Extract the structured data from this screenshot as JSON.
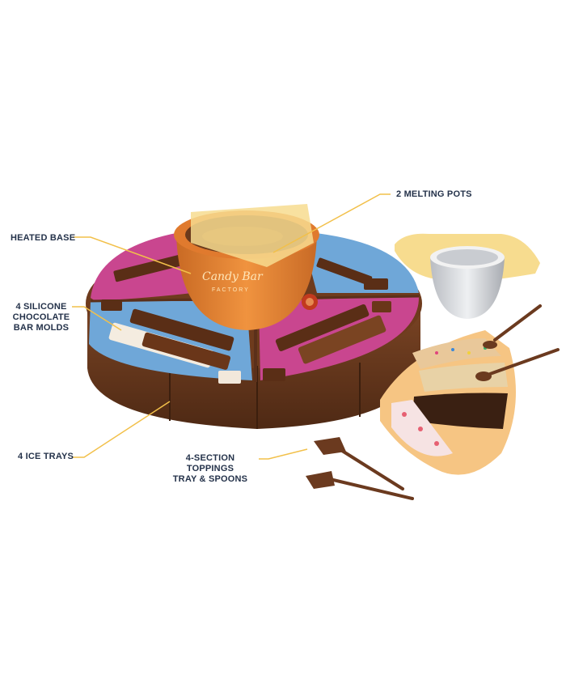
{
  "callouts": {
    "melting_pots": "2 MELTING POTS",
    "heated_base": "HEATED BASE",
    "bar_molds": [
      "4 SILICONE",
      "CHOCOLATE",
      "BAR MOLDS"
    ],
    "ice_trays": "4 ICE TRAYS",
    "toppings": [
      "4-SECTION TOPPINGS",
      "TRAY & SPOONS"
    ]
  },
  "product_text": {
    "brand_line": "Candy Bar",
    "sub_line": "FACTORY"
  },
  "colors": {
    "leader_line": "#f2c04a",
    "label_text": "#24324a",
    "base_brown": "#6b3a1f",
    "tray_pink": "#c9468f",
    "tray_blue": "#6fa7d8",
    "pot_orange": "#e8883a",
    "lid_cream": "#f7dc8f"
  }
}
